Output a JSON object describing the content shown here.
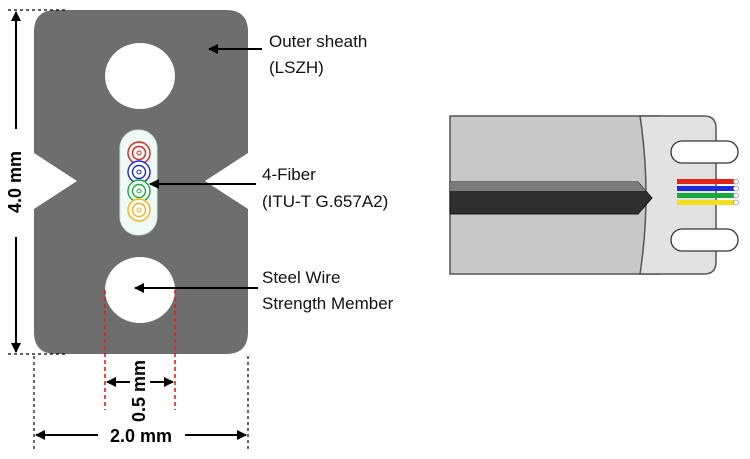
{
  "labels": {
    "outer_sheath": "Outer sheath",
    "outer_sheath_material": "(LSZH)",
    "fiber": "4-Fiber",
    "fiber_standard": "(ITU-T G.657A2)",
    "steel_wire_1": "Steel Wire",
    "steel_wire_2": "Strength Member"
  },
  "dimensions": {
    "height": "4.0 mm",
    "width": "2.0 mm",
    "wire": "0.5 mm"
  },
  "colors": {
    "sheath": "#6e6e6e",
    "fiber_red": "#e2231a",
    "fiber_blue": "#1f2bd6",
    "fiber_green": "#19a93b",
    "fiber_yellow": "#f2b21a",
    "dim_line_red": "#e02020"
  }
}
